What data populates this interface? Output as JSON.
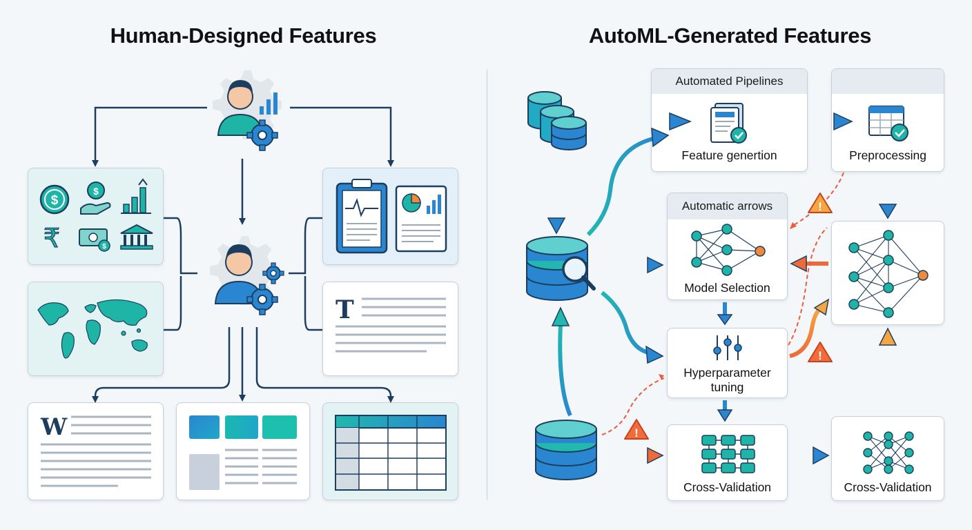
{
  "left": {
    "title": "Human-Designed Features"
  },
  "right": {
    "title": "AutoML-Generated Features",
    "cards": {
      "automated_pipelines_header": "Automated Pipelines",
      "feature_generation_label": "Feature genertion",
      "preprocessing_label": "Preprocessing",
      "automatic_arrows_header": "Automatic arrows",
      "model_selection_label": "Model Selection",
      "hyperparameter_label": "Hyperparameter\ntuning",
      "cross_validation_label": "Cross-Validation",
      "cross_validation_label_2": "Cross-Validation"
    }
  },
  "colors": {
    "teal": "#1eb5a7",
    "blue": "#2a86d1",
    "navy": "#1d3d5e",
    "orange": "#f08a3a",
    "warning": "#f26b3a"
  },
  "icons": [
    "person-gear-icon",
    "dollar-coin-icon",
    "money-hand-icon",
    "bar-chart-icon",
    "rupee-icon",
    "cash-icon",
    "bank-icon",
    "world-map-icon",
    "clipboard-chart-icon",
    "pie-report-icon",
    "text-document-icon",
    "word-document-icon",
    "layout-blocks-icon",
    "table-icon",
    "database-icon",
    "database-search-icon",
    "document-check-icon",
    "spreadsheet-check-icon",
    "neural-network-icon",
    "sliders-icon",
    "warning-icon"
  ]
}
